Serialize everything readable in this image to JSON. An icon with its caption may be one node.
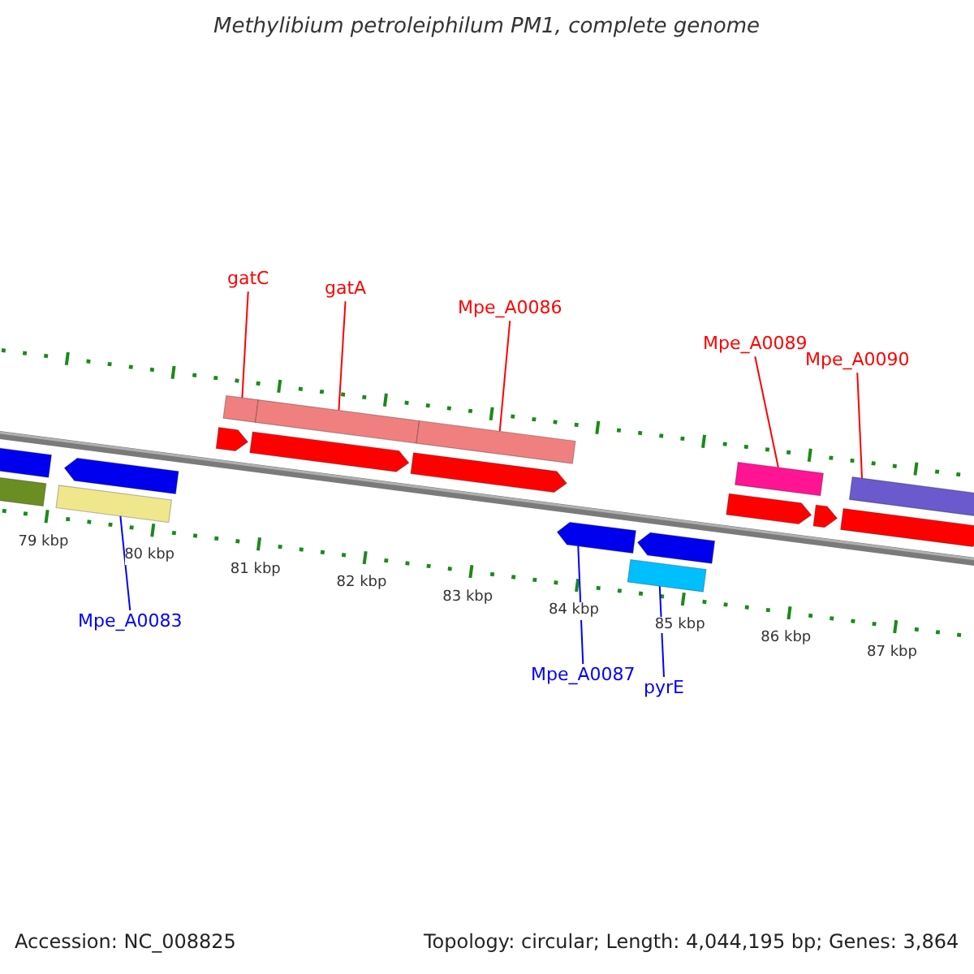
{
  "diagram": {
    "title": "Methylibium petroleiphilum PM1, complete genome",
    "nodes": [
      {
        "text": [
          "gatC"
        ]
      },
      {
        "text": [
          "gatA"
        ]
      },
      {
        "text": [
          "Mpe_A0086"
        ]
      },
      {
        "text": [
          "Mpe_A0089"
        ]
      },
      {
        "text": [
          "Mpe_A0090"
        ]
      },
      {
        "text": [
          "Mpe_A0083"
        ]
      },
      {
        "text": [
          "Mpe_A0087"
        ]
      },
      {
        "text": [
          "pyrE"
        ]
      },
      {
        "text": [],
        "shape": "bar"
      },
      {
        "text": [],
        "shape": "bar"
      },
      {
        "text": [],
        "shape": "bar"
      },
      {
        "text": [],
        "shape": "bar"
      },
      {
        "text": [],
        "shape": "bar"
      },
      {
        "text": [],
        "shape": "bar"
      },
      {
        "text": [],
        "shape": "arrow"
      },
      {
        "text": [],
        "shape": "bar"
      },
      {
        "text": [],
        "shape": "bar"
      },
      {
        "text": [],
        "shape": "bar"
      },
      {
        "text": [],
        "shape": "arrow"
      },
      {
        "text": [],
        "shape": "arrow"
      },
      {
        "text": [],
        "shape": "arrow"
      },
      {
        "text": [],
        "shape": "arrow"
      },
      {
        "text": [],
        "shape": "arrow"
      },
      {
        "text": [],
        "shape": "arrow"
      },
      {
        "text": [],
        "shape": "arrow"
      },
      {
        "text": [],
        "shape": "arrow"
      }
    ],
    "edges": [
      {
        "from": 0,
        "to": 8,
        "arrow": "none"
      },
      {
        "from": 1,
        "to": 9,
        "arrow": "none"
      },
      {
        "from": 2,
        "to": 10,
        "arrow": "none"
      },
      {
        "from": 3,
        "to": 11,
        "arrow": "none"
      },
      {
        "from": 4,
        "to": 12,
        "arrow": "none"
      },
      {
        "from": 5,
        "to": 13,
        "arrow": "none",
        "color": "#0000ff"
      },
      {
        "from": 6,
        "to": 14,
        "arrow": "none",
        "color": "#0000ff"
      },
      {
        "from": 7,
        "to": 15,
        "arrow": "none",
        "color": "#0000ff"
      }
    ],
    "labels": [
      "79 kbp",
      "80 kbp",
      "81 kbp",
      "82 kbp",
      "83 kbp",
      "84 kbp",
      "85 kbp",
      "86 kbp",
      "87 kbp",
      "Accession: NC_008825",
      "Topology: circular; Length: 4,044,195 bp; Genes: 3,864"
    ]
  }
}
